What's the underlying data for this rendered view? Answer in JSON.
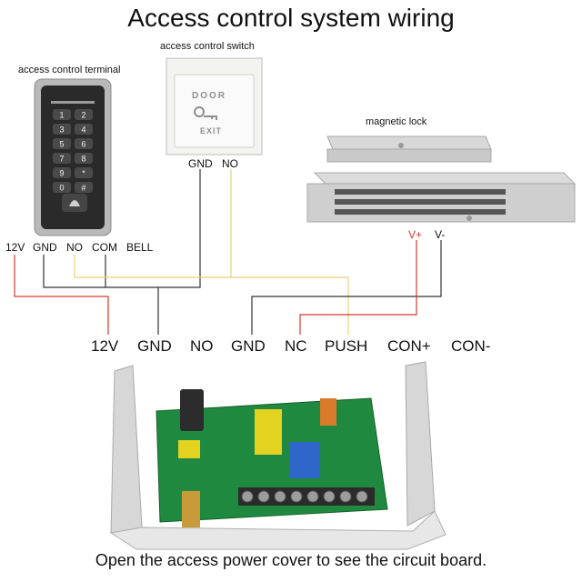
{
  "title": "Access control system wiring",
  "devices": {
    "terminal": {
      "label": "access control terminal",
      "keys": [
        "1",
        "2",
        "3",
        "4",
        "5",
        "6",
        "7",
        "8",
        "9",
        "*",
        "0",
        "#"
      ],
      "terminals": [
        "12V",
        "GND",
        "NO",
        "COM",
        "BELL"
      ]
    },
    "switch": {
      "label": "access control switch",
      "text_top": "DOOR",
      "text_bottom": "EXIT",
      "terminals": [
        "GND",
        "NO"
      ]
    },
    "lock": {
      "label": "magnetic lock",
      "terminals": [
        "V+",
        "V-"
      ]
    }
  },
  "power_terminals": [
    "12V",
    "GND",
    "NO",
    "GND",
    "NC",
    "PUSH",
    "CON+",
    "CON-"
  ],
  "caption": "Open the access power cover to see the circuit board.",
  "colors": {
    "red_wire": "#d23a2e",
    "black_wire": "#333333",
    "yellow_wire": "#e6d27a",
    "board": "#1f8a3f",
    "enclosure": "#e4e4e4"
  }
}
